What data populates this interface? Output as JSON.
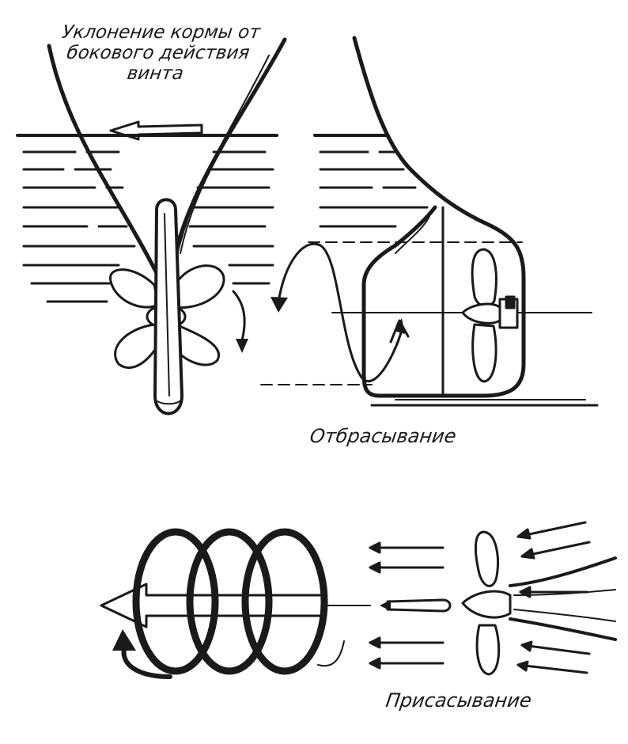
{
  "captions": {
    "stern_deviation": [
      "Уклонение кормы от",
      "бокового действия",
      "винта"
    ],
    "repulsion": "Отбрасывание",
    "suction": "Присасывание"
  },
  "colors": {
    "ink": "#1a1a1a",
    "paper": "#ffffff"
  }
}
